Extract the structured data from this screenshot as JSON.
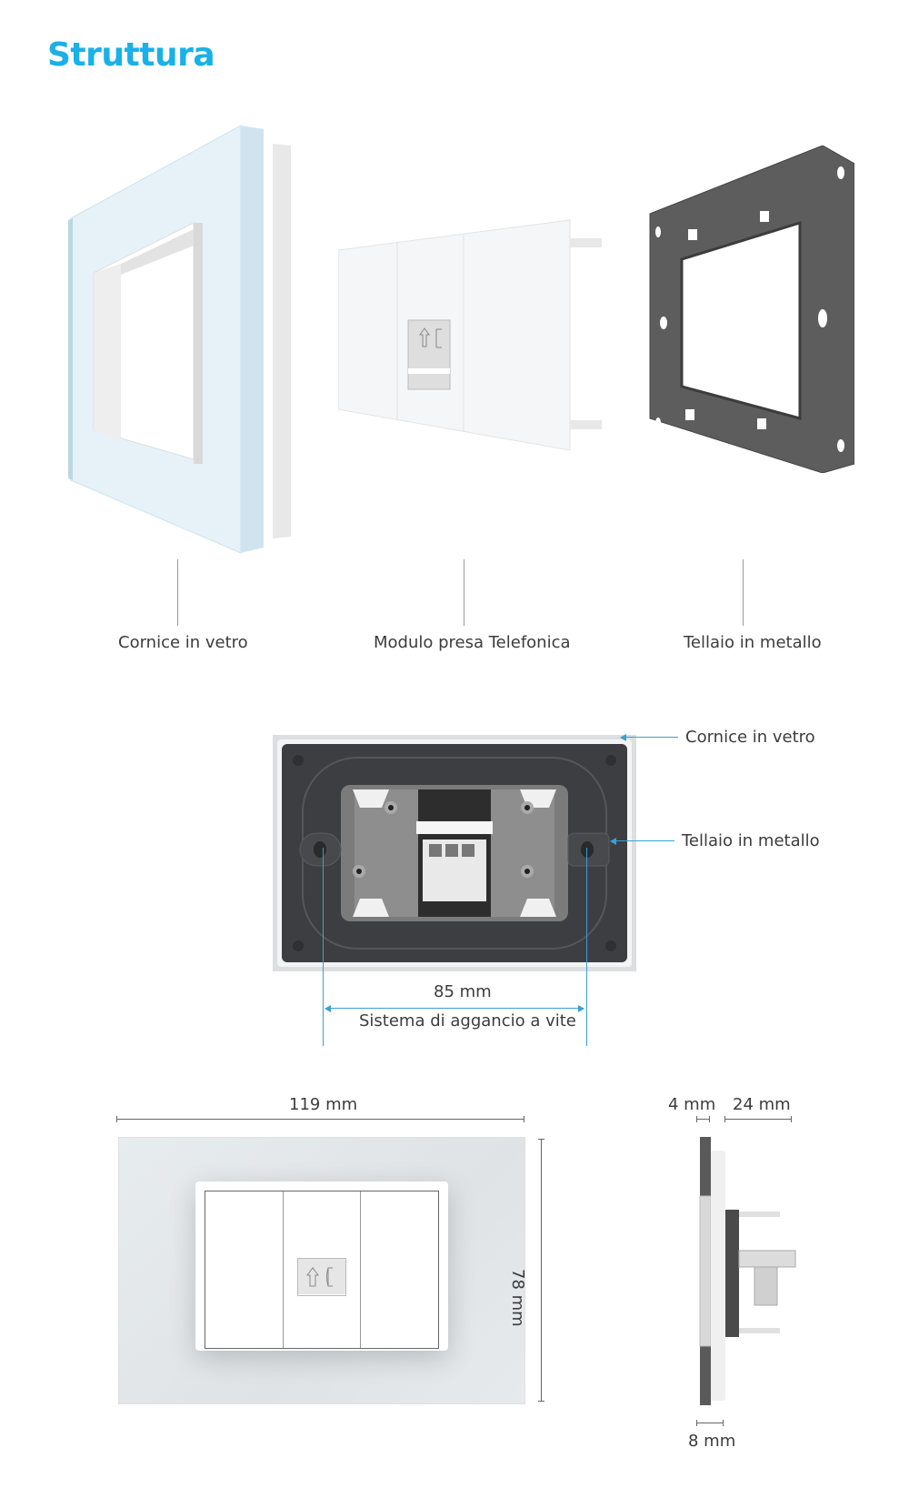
{
  "page": {
    "title": "Struttura",
    "accent_color": "#1ab0e8",
    "dimension_line_color": "#3a9fd6"
  },
  "exploded_view": {
    "components": [
      {
        "label": "Cornice in vetro",
        "icon": "glass-frame-image"
      },
      {
        "label": "Modulo presa Telefonica",
        "icon": "telephone-socket-module-image"
      },
      {
        "label": "Tellaio in metallo",
        "icon": "metal-frame-image"
      }
    ]
  },
  "rear_view": {
    "callouts": [
      {
        "label": "Cornice in vetro"
      },
      {
        "label": "Tellaio in metallo"
      }
    ],
    "mount_distance": "85 mm",
    "mount_label": "Sistema di aggancio a vite"
  },
  "dimensions": {
    "width": "119 mm",
    "height": "78 mm",
    "glass_thickness": "4 mm",
    "depth": "24 mm",
    "base_thickness": "8 mm"
  },
  "socket_icons": {
    "arrow": "arrow-up-icon",
    "phone": "telephone-handset-icon"
  }
}
